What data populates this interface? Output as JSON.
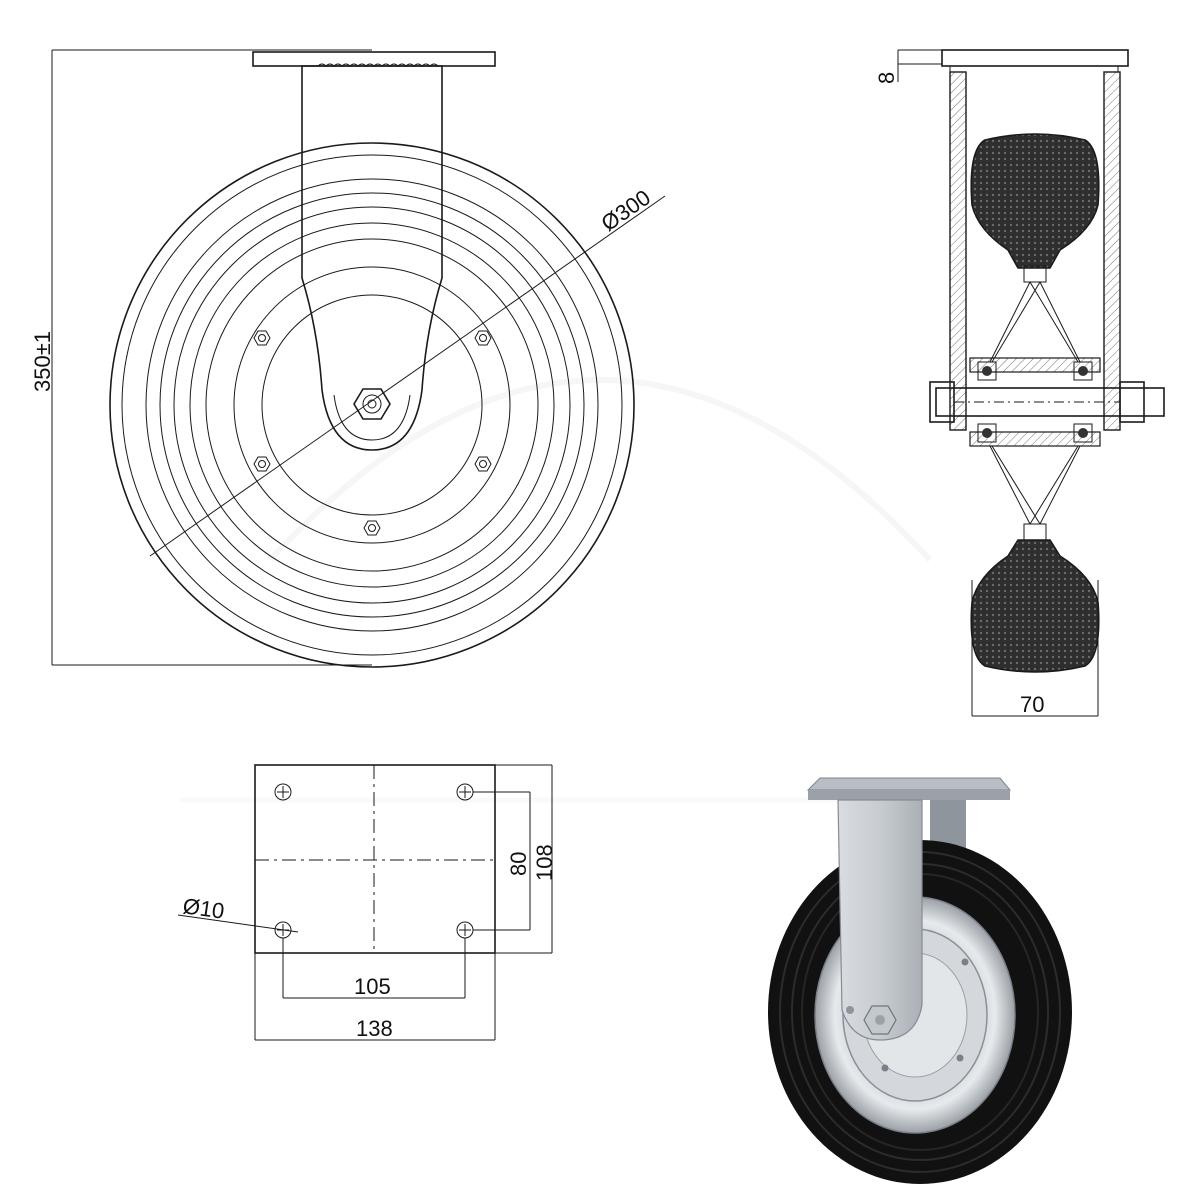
{
  "dimensions": {
    "overall_height": "350±1",
    "wheel_diameter": "Ø300",
    "plate_thickness": "8",
    "wheel_width": "70",
    "hole_diameter": "Ø10",
    "hole_spacing_vertical": "80",
    "plate_height": "108",
    "hole_spacing_horizontal": "105",
    "plate_width": "138"
  },
  "colors": {
    "line": "#1a1a1a",
    "tread": "#3a3a3a",
    "hatch": "#888888",
    "photo_tire": "#111111",
    "photo_metal": "#c8ccd0",
    "watermark": "#eeeeee"
  }
}
